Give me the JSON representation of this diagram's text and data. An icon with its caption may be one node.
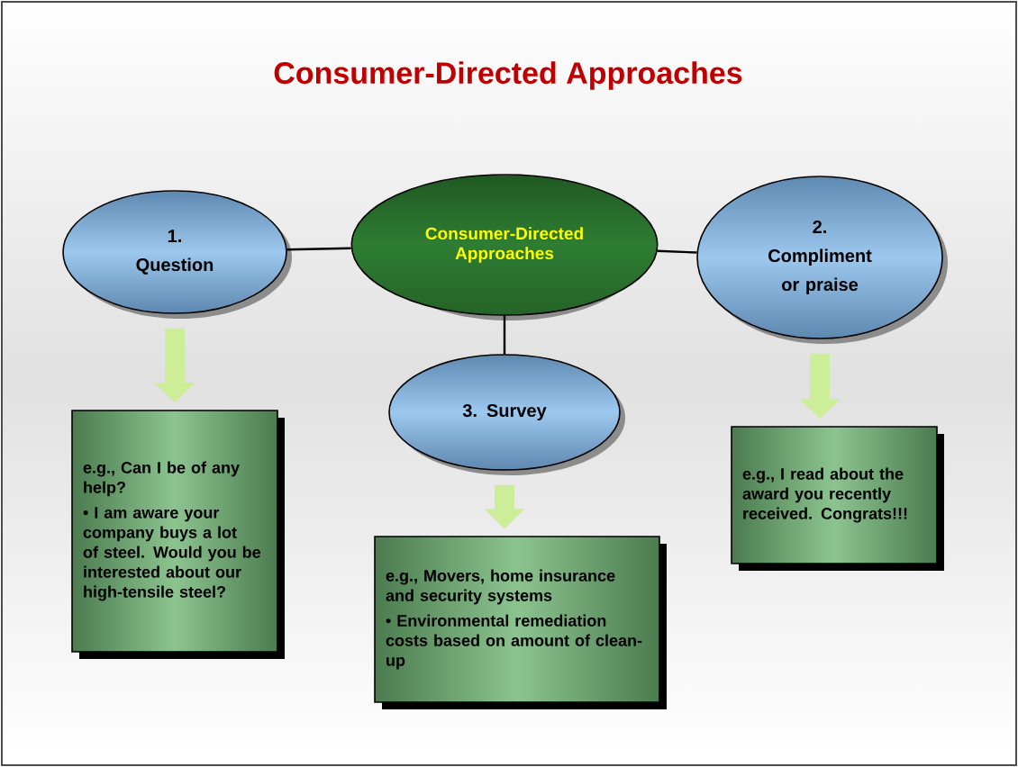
{
  "diagram": {
    "title": "Consumer-Directed Approaches",
    "nodes": [
      {
        "text": [
          "Consumer-Directed Approaches"
        ]
      },
      {
        "text": [
          "1. Question"
        ]
      },
      {
        "text": [
          "2. Compliment or praise"
        ]
      },
      {
        "text": [
          "3. Survey"
        ]
      },
      {
        "text": [
          "e.g., Can I be of any help?",
          "• I am aware your company buys a lot of steel. Would you be interested about our high-tensile steel?"
        ]
      },
      {
        "text": [
          "e.g., Movers, home insurance and security systems",
          "• Environmental remediation costs based on amount of clean-up"
        ]
      },
      {
        "text": [
          "e.g., I read about the award you recently received. Congrats!!!"
        ]
      }
    ],
    "edges": [
      {
        "from": 0,
        "to": 1,
        "arrow": "none"
      },
      {
        "from": 0,
        "to": 2,
        "arrow": "none"
      },
      {
        "from": 0,
        "to": 3,
        "arrow": "none"
      },
      {
        "from": 1,
        "to": 4,
        "arrow": "to",
        "style": "thick",
        "color": "#ccee99"
      },
      {
        "from": 3,
        "to": 5,
        "arrow": "to",
        "style": "thick",
        "color": "#ccee99"
      },
      {
        "from": 2,
        "to": 6,
        "arrow": "to",
        "style": "thick",
        "color": "#ccee99"
      }
    ]
  }
}
